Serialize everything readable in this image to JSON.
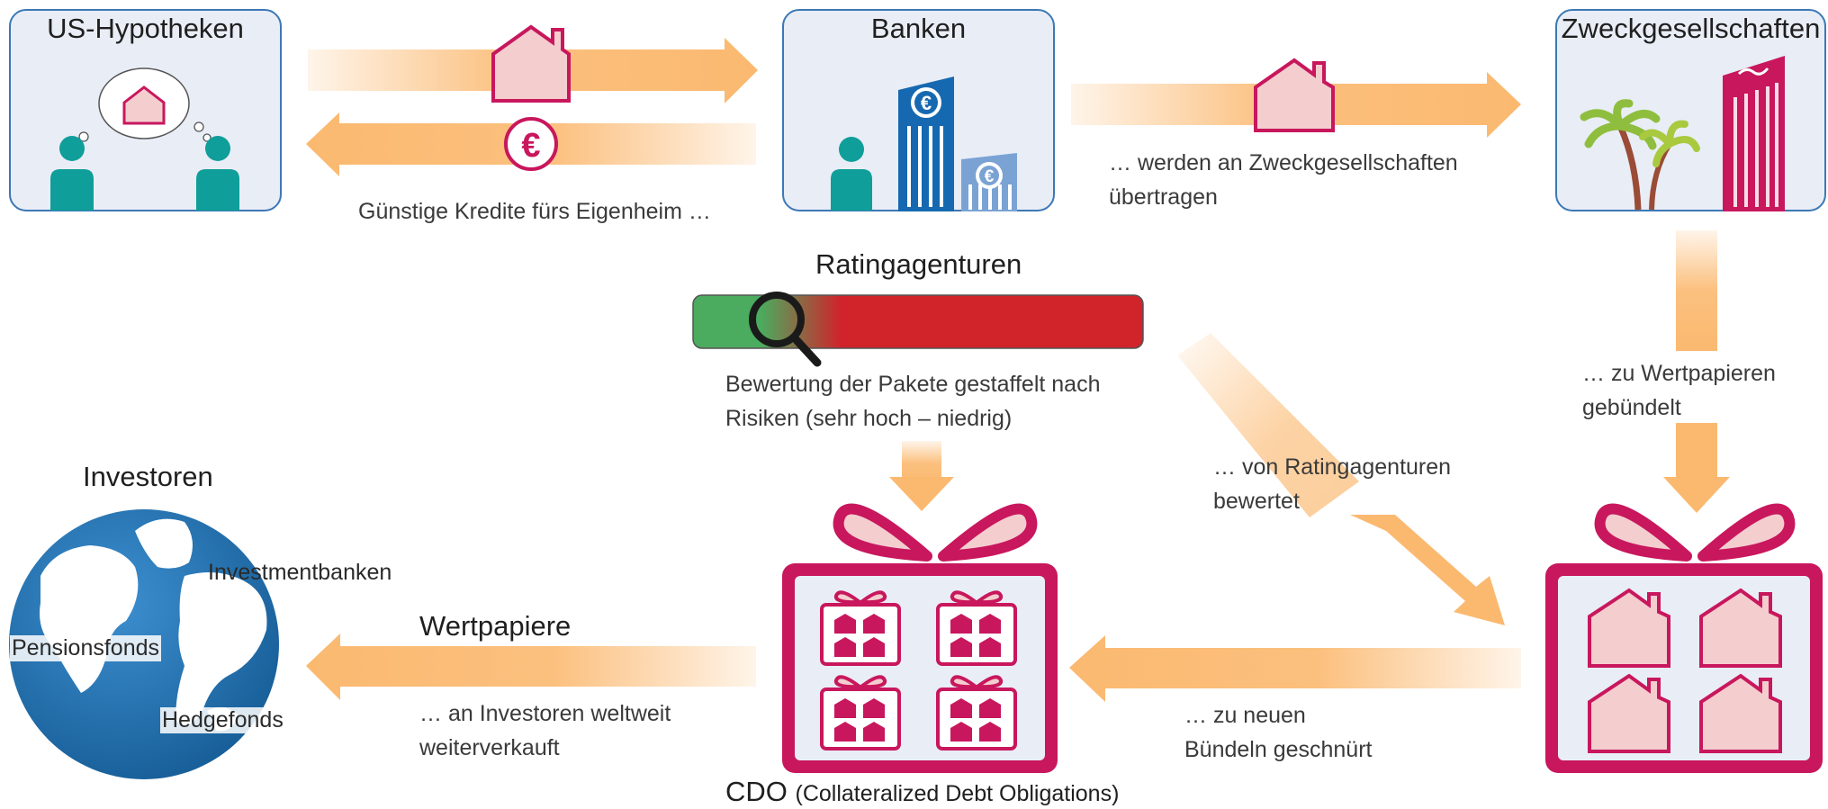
{
  "boxes": {
    "us_hypotheken": "US-Hypotheken",
    "banken": "Banken",
    "zweckgesellschaften": "Zweckgesellschaften"
  },
  "rating": {
    "title": "Ratingagenturen",
    "line1": "Bewertung der Pakete gestaffelt nach",
    "line2": "Risiken (sehr hoch – niedrig)"
  },
  "captions": {
    "kredite": "Günstige Kredite fürs Eigenheim …",
    "uebertragen_1": "… werden an Zweckgesellschaften",
    "uebertragen_2": "übertragen",
    "gebuendelt_1": "… zu Wertpapieren",
    "gebuendelt_2": "gebündelt",
    "bewertet_1": "… von Ratingagenturen",
    "bewertet_2": "bewertet",
    "geschnuert_1": "… zu neuen",
    "geschnuert_2": "Bündeln geschnürt",
    "verkauft_1": "… an Investoren weltweit",
    "verkauft_2": "weiterverkauft"
  },
  "wertpapiere": "Wertpapiere",
  "investoren": {
    "title": "Investoren",
    "investmentbanken": "Investmentbanken",
    "pensionsfonds": "Pensionsfonds",
    "hedgefonds": "Hedgefonds"
  },
  "cdo": {
    "abbr": "CDO",
    "full": "(Collateralized Debt Obligations)"
  },
  "icons": {
    "euro_symbol": "€",
    "colors": {
      "box_fill": "#e9edf6",
      "box_border": "#3c78b5",
      "arrow": "#fbb970",
      "magenta": "#c8175d",
      "house_fill": "#f4cdcf",
      "teal": "#0f9e9a",
      "bank_blue": "#1669b0",
      "green": "#4bab5e",
      "red": "#d1232a",
      "ocean": "#1c6aa9"
    }
  }
}
